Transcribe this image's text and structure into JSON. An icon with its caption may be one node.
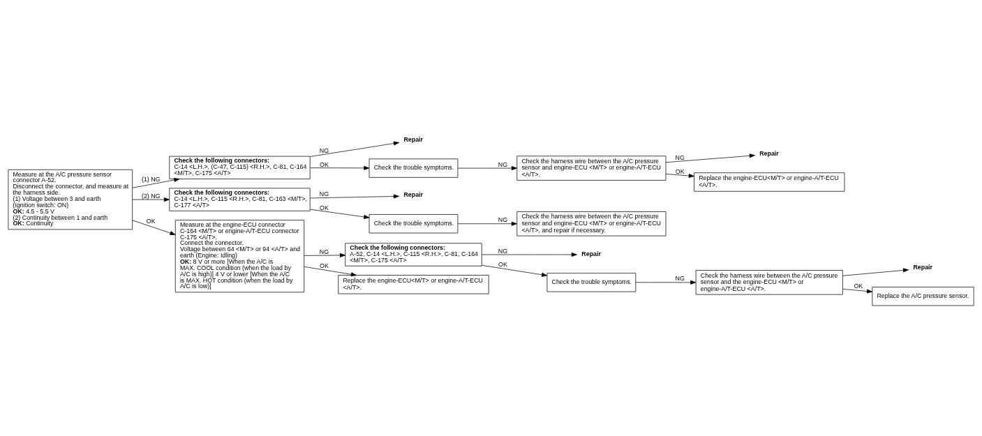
{
  "diagram": {
    "nodes": [
      {
        "text": [
          "Measure at the A/C pressure sensor connector A-52.",
          "Disconnect the connector, and measure at the harness side.",
          "(1) Voltage between 3 and earth (Ignition switch: ON)",
          "**OK:** 4.5 - 5.5 V",
          "(2) Continuity between 1 and earth",
          "**OK:** Continuity"
        ]
      },
      {
        "text": [
          "Check the following connectors:",
          "C-14 <L.H.>, (C-47, C-115) <R.H.>, C-81, C-164 <M/T>, C-175 <A/T>"
        ]
      },
      {
        "text": [
          "Repair"
        ]
      },
      {
        "text": [
          "Check the trouble symptoms."
        ]
      },
      {
        "text": [
          "Check the harness wire between the A/C pressure sensor and engine-ECU <M/T> or engine-A/T-ECU <A/T>."
        ]
      },
      {
        "text": [
          "Check the following connectors:",
          "C-14 <L.H.>, C-115 <R.H.>, C-81, C-163 <M/T>, C-177 <A/T>"
        ]
      },
      {
        "text": [
          "Repair"
        ]
      },
      {
        "text": [
          "Repair"
        ]
      },
      {
        "text": [
          "Replace the engine-ECU<M/T> or engine-A/T-ECU <A/T>."
        ]
      },
      {
        "text": [
          "Check the trouble symptoms."
        ]
      },
      {
        "text": [
          "Check the harness wire between the A/C pressure sensor and engine-ECU <M/T> or engine-A/T-ECU <A/T>, and repair if necessary."
        ]
      },
      {
        "text": [
          "Measure at the engine-ECU connector C-164 <M/T> or engine-A/T-ECU connector C-175 <A/T>.",
          "Connect the connector.",
          "Voltage between 64 <M/T> or 94 <A/T> and earth (Engine: Idling)",
          "**OK:** 8 V or more [When the A/C is MAX. COOL condition (when the load by A/C is high)] 4 V or lower [When the A/C is MAX. HOT condition (when the load by A/C is low)]"
        ]
      },
      {
        "text": [
          "Check the following connectors:",
          "A-52, C-14 <L.H.>, C-115 <R.H.>, C-81, C-164 <M/T>, C-175 <A/T>"
        ]
      },
      {
        "text": [
          "Repair"
        ]
      },
      {
        "text": [
          "Check the trouble symptoms."
        ]
      },
      {
        "text": [
          "Check the harness wire between the A/C pressure sensor and the engine-ECU <M/T> or engine-A/T-ECU <A/T>."
        ]
      },
      {
        "text": [
          "Repair"
        ]
      },
      {
        "text": [
          "Replace the engine-ECU<M/T> or engine-A/T-ECU <A/T>."
        ]
      },
      {
        "text": [
          "Replace the A/C pressure sensor."
        ]
      }
    ],
    "edges": [
      {
        "from": 0,
        "to": 1,
        "arrow": "to",
        "label": "(1) NG"
      },
      {
        "from": 0,
        "to": 5,
        "arrow": "to",
        "label": "(2) NG"
      },
      {
        "from": 0,
        "to": 11,
        "arrow": "to",
        "label": "OK"
      },
      {
        "from": 1,
        "to": 2,
        "arrow": "to",
        "label": "NG"
      },
      {
        "from": 1,
        "to": 3,
        "arrow": "to",
        "label": "OK"
      },
      {
        "from": 3,
        "to": 4,
        "arrow": "to",
        "label": "NG"
      },
      {
        "from": 4,
        "to": 8,
        "arrow": "to",
        "label": "OK"
      },
      {
        "from": 4,
        "to": 7,
        "arrow": "to",
        "label": "NG"
      },
      {
        "from": 5,
        "to": 6,
        "arrow": "to",
        "label": "NG"
      },
      {
        "from": 5,
        "to": 9,
        "arrow": "to",
        "label": "OK"
      },
      {
        "from": 9,
        "to": 10,
        "arrow": "to",
        "label": "NG"
      },
      {
        "from": 11,
        "to": 12,
        "arrow": "to",
        "label": "NG"
      },
      {
        "from": 11,
        "to": 17,
        "arrow": "to",
        "label": "OK"
      },
      {
        "from": 12,
        "to": 13,
        "arrow": "to",
        "label": "NG"
      },
      {
        "from": 12,
        "to": 14,
        "arrow": "to",
        "label": "OK"
      },
      {
        "from": 14,
        "to": 15,
        "arrow": "to",
        "label": "NG"
      },
      {
        "from": 15,
        "to": 18,
        "arrow": "to",
        "label": "OK"
      },
      {
        "from": 15,
        "to": 16,
        "arrow": "to"
      }
    ]
  }
}
